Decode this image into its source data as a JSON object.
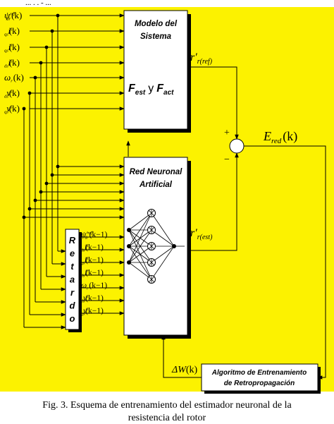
{
  "top_caption_fragment": "... .  .   - ...",
  "model_block": {
    "title_line1": "Modelo del",
    "title_line2": "Sistema",
    "F": "F",
    "est": "est",
    "y": "y",
    "act": "act"
  },
  "neural_block": {
    "title_line1": "Red Neuronal",
    "title_line2": "Artificial"
  },
  "delay_block": {
    "letters": [
      "R",
      "e",
      "t",
      "a",
      "r",
      "d",
      "o"
    ]
  },
  "training_block": {
    "line1": "Algoritmo de Entrenamiento",
    "line2": "de Retropropagación"
  },
  "inputs": [
    {
      "sym": "ψ",
      "sup": "ref",
      "sub": "dr",
      "arg": "(k)"
    },
    {
      "sym": "i",
      "sup": "s",
      "sub": "qs",
      "arg": "(k)"
    },
    {
      "sym": "i",
      "sup": "r",
      "sub": "qs",
      "arg": "(k)"
    },
    {
      "sym": "i",
      "sup": "s",
      "sub": "ds",
      "arg": "(k)"
    },
    {
      "sym": "ω",
      "sup": "",
      "sub": "r",
      "arg": "(k)"
    },
    {
      "sym": "v",
      "sup": "s",
      "sub": "ds",
      "arg": "(k)"
    },
    {
      "sym": "v",
      "sup": "s",
      "sub": "qs",
      "arg": "(k)"
    }
  ],
  "delayed_inputs": [
    {
      "sym": "ψ′",
      "sup": "ref",
      "sub": "dr",
      "arg": "(k−1)"
    },
    {
      "sym": "i",
      "sup": "s",
      "sub": "ds",
      "arg": "(k−1)"
    },
    {
      "sym": "i",
      "sup": "s",
      "sub": "qs",
      "arg": "(k−1)"
    },
    {
      "sym": "i",
      "sup": "r",
      "sub": "ds",
      "arg": "(k−1)"
    },
    {
      "sym": "ω",
      "sup": "",
      "sub": "r",
      "arg": "(k−1)"
    },
    {
      "sym": "v",
      "sup": "s",
      "sub": "ds",
      "arg": "(k−1)"
    },
    {
      "sym": "v",
      "sup": "s",
      "sub": "qs",
      "arg": "(k−1)"
    }
  ],
  "output_ref": {
    "sym": "r′",
    "sub": "r(ref)"
  },
  "output_est": {
    "sym": "r′",
    "sub": "r(est)"
  },
  "error": {
    "sym": "E",
    "sub": "red",
    "arg": "(k)",
    "plus": "+",
    "minus": "−"
  },
  "delta_w": {
    "text": "ΔW",
    "arg": "(k)"
  },
  "caption_line1": "Fig. 3. Esquema de entrenamiento del estimador neuronal de la",
  "caption_line2": "resistencia del rotor",
  "colors": {
    "background": "#fcf200",
    "block": "#ffffff",
    "line": "#000000",
    "shadow": "#000000"
  }
}
